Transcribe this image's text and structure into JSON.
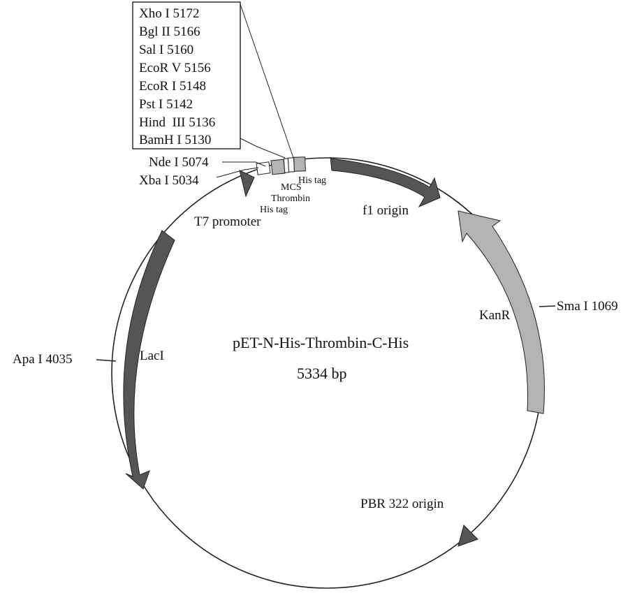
{
  "plasmid": {
    "name": "pET-N-His-Thrombin-C-His",
    "size": "5334 bp"
  },
  "sites_box": [
    "Xho I 5172",
    "Bgl II 5166",
    "Sal I 5160",
    "EcoR V 5156",
    "EcoR I 5148",
    "Pst I 5142",
    "Hind  III 5136",
    "BamH I 5130"
  ],
  "sites": {
    "nde": "Nde I 5074",
    "xba": "Xba I 5034",
    "apa": "Apa I 4035",
    "sma": "Sma I 1069"
  },
  "features": {
    "his_tag_c": "His tag",
    "mcs": "MCS",
    "thrombin": "Thrombin",
    "his_tag_n": "His tag",
    "t7_promoter": "T7 promoter",
    "f1_origin": "f1 origin",
    "kanr": "KanR",
    "laci": "LacI",
    "pbr322_origin": "PBR 322 origin"
  },
  "colors": {
    "dark_gray": "#555555",
    "light_gray": "#b3b3b3",
    "line": "#222222"
  }
}
